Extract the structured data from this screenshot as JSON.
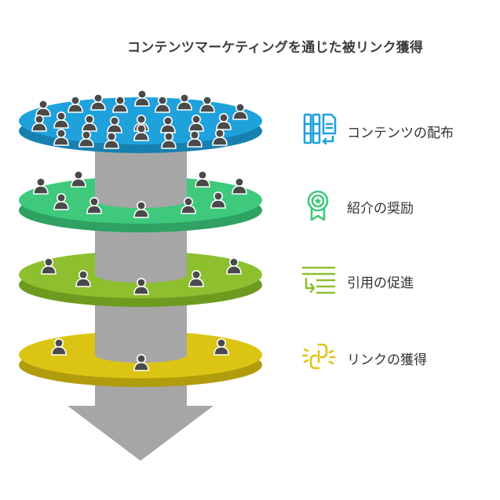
{
  "title": "コンテンツマーケティングを通じた被リンク獲得",
  "stages": [
    {
      "label": "コンテンツの配布",
      "color": "#1fa2dc",
      "icon": "content-distribution-icon"
    },
    {
      "label": "紹介の奨励",
      "color": "#3ec97c",
      "icon": "referral-badge-icon"
    },
    {
      "label": "引用の促進",
      "color": "#8dbf2e",
      "icon": "citation-list-icon"
    },
    {
      "label": "リンクの獲得",
      "color": "#dcc414",
      "icon": "chain-link-icon"
    }
  ],
  "colors": {
    "column": "#a6a6a6",
    "person": "#4a4a4a",
    "arrow": "#a6a6a6"
  }
}
